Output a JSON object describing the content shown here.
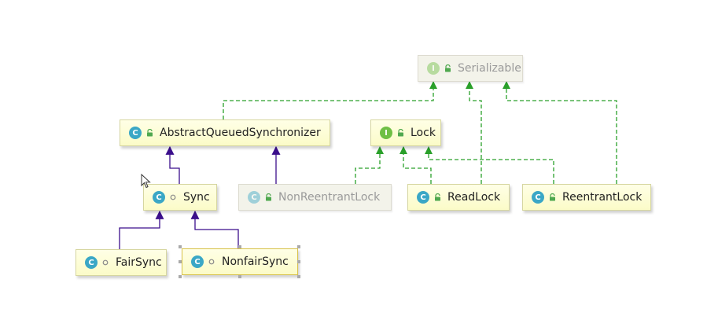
{
  "diagram": {
    "nodes": [
      {
        "id": "serializable",
        "label": "Serializable",
        "kind": "interface",
        "badge": "I",
        "visibility": "public",
        "faded": true
      },
      {
        "id": "aqs",
        "label": "AbstractQueuedSynchronizer",
        "kind": "abstract-class",
        "badge": "C",
        "visibility": "public",
        "faded": false
      },
      {
        "id": "lock",
        "label": "Lock",
        "kind": "interface",
        "badge": "I",
        "visibility": "public",
        "faded": false
      },
      {
        "id": "sync",
        "label": "Sync",
        "kind": "abstract-class",
        "badge": "C",
        "visibility": "package",
        "faded": false
      },
      {
        "id": "nonreentrant",
        "label": "NonReentrantLock",
        "kind": "class",
        "badge": "C",
        "visibility": "public",
        "faded": true
      },
      {
        "id": "readlock",
        "label": "ReadLock",
        "kind": "class",
        "badge": "C",
        "visibility": "public",
        "faded": false
      },
      {
        "id": "reentrant",
        "label": "ReentrantLock",
        "kind": "class",
        "badge": "C",
        "visibility": "public",
        "faded": false
      },
      {
        "id": "fairsync",
        "label": "FairSync",
        "kind": "class",
        "badge": "C",
        "visibility": "package",
        "faded": false
      },
      {
        "id": "nonfairsync",
        "label": "NonfairSync",
        "kind": "class",
        "badge": "C",
        "visibility": "package",
        "faded": false,
        "selected": true
      }
    ],
    "edges": [
      {
        "from": "aqs",
        "to": "serializable",
        "type": "implements"
      },
      {
        "from": "readlock",
        "to": "serializable",
        "type": "implements"
      },
      {
        "from": "reentrant",
        "to": "serializable",
        "type": "implements"
      },
      {
        "from": "nonreentrant",
        "to": "lock",
        "type": "implements"
      },
      {
        "from": "readlock",
        "to": "lock",
        "type": "implements"
      },
      {
        "from": "reentrant",
        "to": "lock",
        "type": "implements"
      },
      {
        "from": "sync",
        "to": "aqs",
        "type": "extends"
      },
      {
        "from": "nonreentrant",
        "to": "aqs",
        "type": "extends"
      },
      {
        "from": "fairsync",
        "to": "sync",
        "type": "extends"
      },
      {
        "from": "nonfairsync",
        "to": "sync",
        "type": "extends"
      }
    ],
    "colors": {
      "implements": "#2aa02a",
      "extends": "#3b0f8c",
      "node_fill": "#fbfbc8",
      "class_badge": "#3aa7c6",
      "interface_badge": "#6fbf45"
    }
  }
}
